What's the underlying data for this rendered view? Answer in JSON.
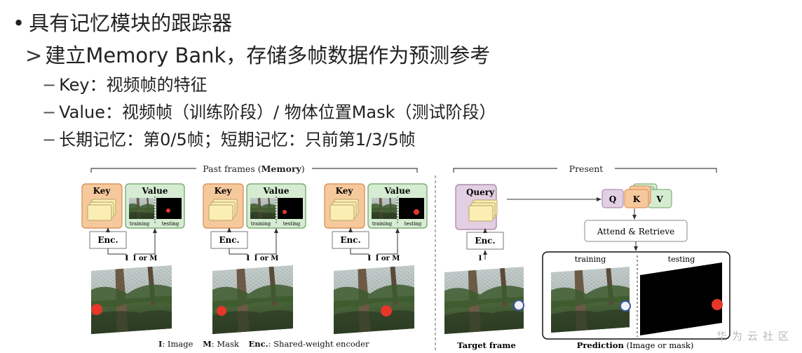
{
  "slide": {
    "line1": {
      "bullet": "•",
      "text": "具有记忆模块的跟踪器"
    },
    "line2": {
      "marker": ">",
      "text": "建立Memory  Bank，存储多帧数据作为预测参考"
    },
    "items": [
      {
        "marker": "−",
        "text": "Key：视频帧的特征"
      },
      {
        "marker": "−",
        "text": "Value：视频帧（训练阶段）/ 物体位置Mask（测试阶段）"
      },
      {
        "marker": "−",
        "text": "长期记忆：第0/5帧；短期记忆：只前第1/3/5帧"
      }
    ]
  },
  "figure": {
    "past_label_prefix": "Past frames (",
    "past_label_bold": "Memory",
    "past_label_suffix": ")",
    "present_label": "Present",
    "key_label": "Key",
    "value_label": "Value",
    "sub_training": "training",
    "sub_testing": "testing",
    "enc_label": "Enc.",
    "input_i": "I",
    "input_i_or_m": "I or M",
    "query_label": "Query",
    "q_label": "Q",
    "k_label": "K",
    "v_label": "V",
    "attend_label": "Attend & Retrieve",
    "pred_training": "training",
    "pred_testing": "testing",
    "legend_i_key": "I",
    "legend_i_val": ": Image",
    "legend_m_key": "M",
    "legend_m_val": ": Mask",
    "legend_enc_key": "Enc.",
    "legend_enc_val": ": Shared-weight encoder",
    "target_caption": "Target frame",
    "prediction_caption_bold": "Prediction",
    "prediction_caption_rest": " (Image or mask)",
    "colors": {
      "key_fill": "#f6c99d",
      "key_stroke": "#d7884a",
      "value_fill": "#d6ecd2",
      "value_stroke": "#6aa060",
      "query_fill": "#e3cfe2",
      "query_stroke": "#a27aa2",
      "card_fill": "#fbeeb3",
      "card_stroke": "#b7a165",
      "ball": "#e5362a"
    }
  },
  "watermark": "华为云社区"
}
